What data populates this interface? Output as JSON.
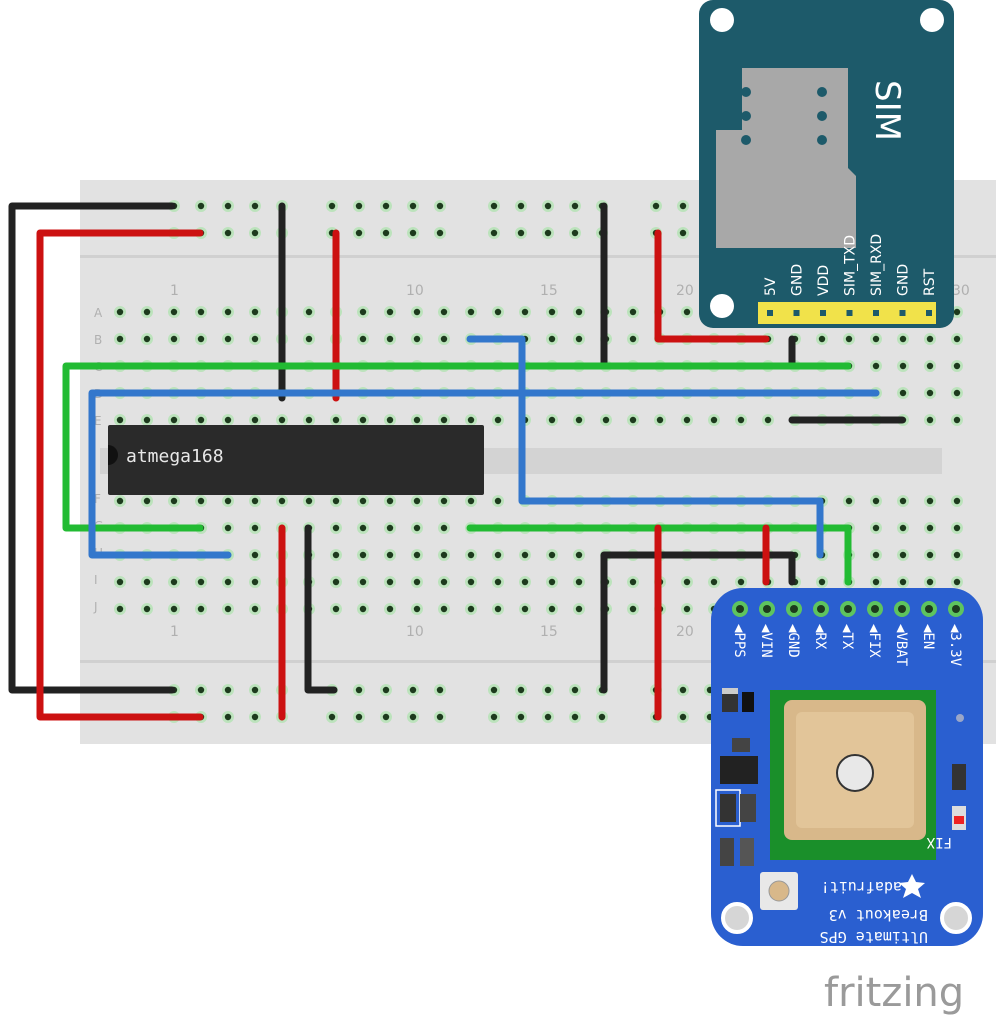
{
  "breadboard": {
    "column_numbers": [
      "1",
      "10",
      "15",
      "20",
      "30"
    ],
    "row_letters": [
      "A",
      "B",
      "C",
      "D",
      "E",
      "F",
      "G",
      "H",
      "I",
      "J"
    ]
  },
  "chip": {
    "label": "atmega168"
  },
  "sim_module": {
    "title": "SIM",
    "pins": [
      "5V",
      "GND",
      "VDD",
      "SIM_TXD",
      "SIM_RXD",
      "GND",
      "RST"
    ]
  },
  "gps_module": {
    "pins": [
      "PPS",
      "VIN",
      "GND",
      "RX",
      "TX",
      "FIX",
      "VBAT",
      "EN",
      "3.3V"
    ],
    "fix_label": "FIX",
    "brand": "adafruit!",
    "title_line1": "Breakout v3",
    "title_line2": "Ultimate GPS"
  },
  "logo": "fritzing",
  "colors": {
    "wire_black": "#222222",
    "wire_red": "#cc1111",
    "wire_green": "#22bb33",
    "wire_blue": "#3377cc",
    "sim_board": "#1d5a6a",
    "gps_board": "#2a5fd0",
    "breadboard": "#e2e2e2"
  }
}
